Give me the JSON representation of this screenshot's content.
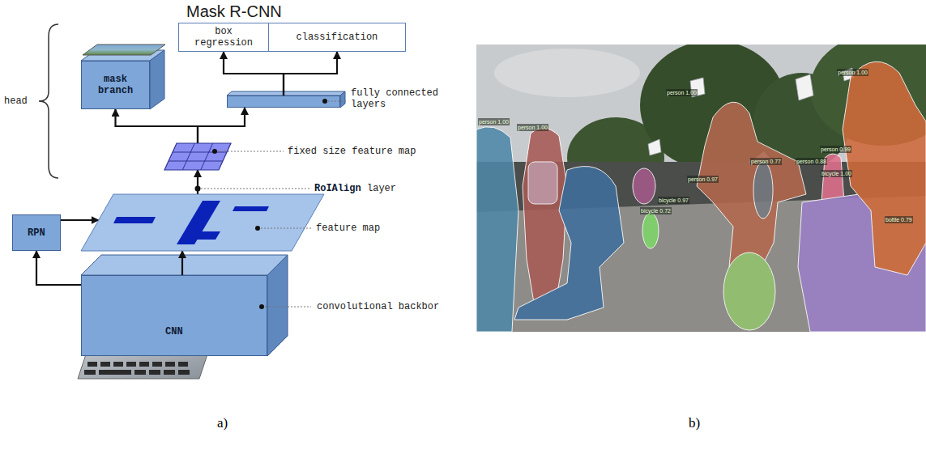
{
  "diagram": {
    "title": "Mask R-CNN",
    "nodes": [
      {
        "text": [
          "box regression"
        ]
      },
      {
        "text": [
          "classification"
        ]
      },
      {
        "text": [
          "mask branch"
        ]
      },
      {
        "text": [
          "fully connected layers"
        ]
      },
      {
        "text": [
          "fixed size feature map"
        ]
      },
      {
        "text": [
          "feature map"
        ]
      },
      {
        "text": [
          "RPN"
        ]
      },
      {
        "text": [
          "CNN",
          "convolutional backbor"
        ]
      }
    ],
    "edges": [
      {
        "from": 3,
        "to": 0,
        "arrow": "to"
      },
      {
        "from": 3,
        "to": 1,
        "arrow": "to"
      },
      {
        "from": 4,
        "to": 2,
        "arrow": "to"
      },
      {
        "from": 4,
        "to": 3,
        "arrow": "to"
      },
      {
        "from": 5,
        "to": 4,
        "arrow": "to"
      },
      {
        "from": 7,
        "to": 5,
        "arrow": "to"
      },
      {
        "from": 7,
        "to": 6,
        "arrow": "to"
      },
      {
        "from": 6,
        "to": 5,
        "arrow": "to"
      }
    ],
    "labels": [
      "head",
      "RoIAlign",
      "layer",
      "person 1.00",
      "person 1.00",
      "person 1.00",
      "person 1.00",
      "person 0.97",
      "bicycle 0.97",
      "bicycle 0.72",
      "person 0.77",
      "person 0.88",
      "person 0.99",
      "bicycle 1.00",
      "bottle 0.79",
      "a)",
      "b)"
    ]
  }
}
